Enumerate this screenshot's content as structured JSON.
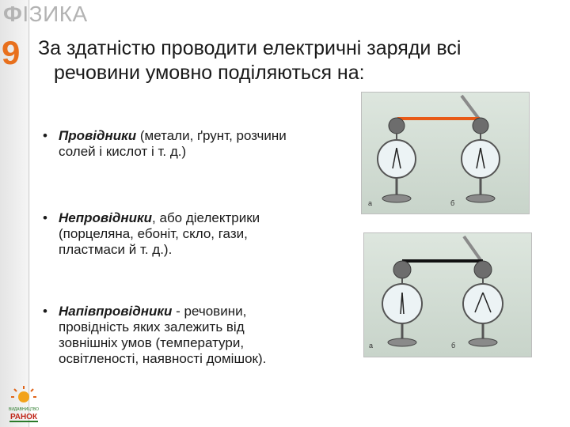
{
  "header": {
    "brand_first": "Ф",
    "brand_rest": "ІЗИКА",
    "grade": "9"
  },
  "title": {
    "line1": "За здатністю проводити електричні заряди всі",
    "line2": "речовини умовно поділяються на:"
  },
  "bullets": [
    {
      "term": "Провідники",
      "rest_lines": [
        " (метали, ґрунт, розчини",
        "солей і кислот і т. д.)"
      ]
    },
    {
      "term": "Непровідники",
      "rest_lines": [
        ", або діелектрики",
        "(порцеляна, ебоніт, скло, гази,",
        "пластмаси й т. д.)."
      ]
    },
    {
      "term": "Напівпровідники",
      "rest_lines": [
        " - речовини,",
        "провідність яких залежить від",
        "зовнішніх умов (температури,",
        "освітленості, наявності домішок)."
      ]
    }
  ],
  "figures": [
    {
      "label_a": "а",
      "label_b": "б",
      "rod_color": "#e85a17"
    },
    {
      "label_a": "а",
      "label_b": "б",
      "rod_color": "#111111"
    }
  ],
  "logo": {
    "line1": "ВИДАВНИЦТВО",
    "line2": "РАНОК"
  },
  "colors": {
    "accent": "#e8701d",
    "brand_gray": "#b3b3b3"
  }
}
